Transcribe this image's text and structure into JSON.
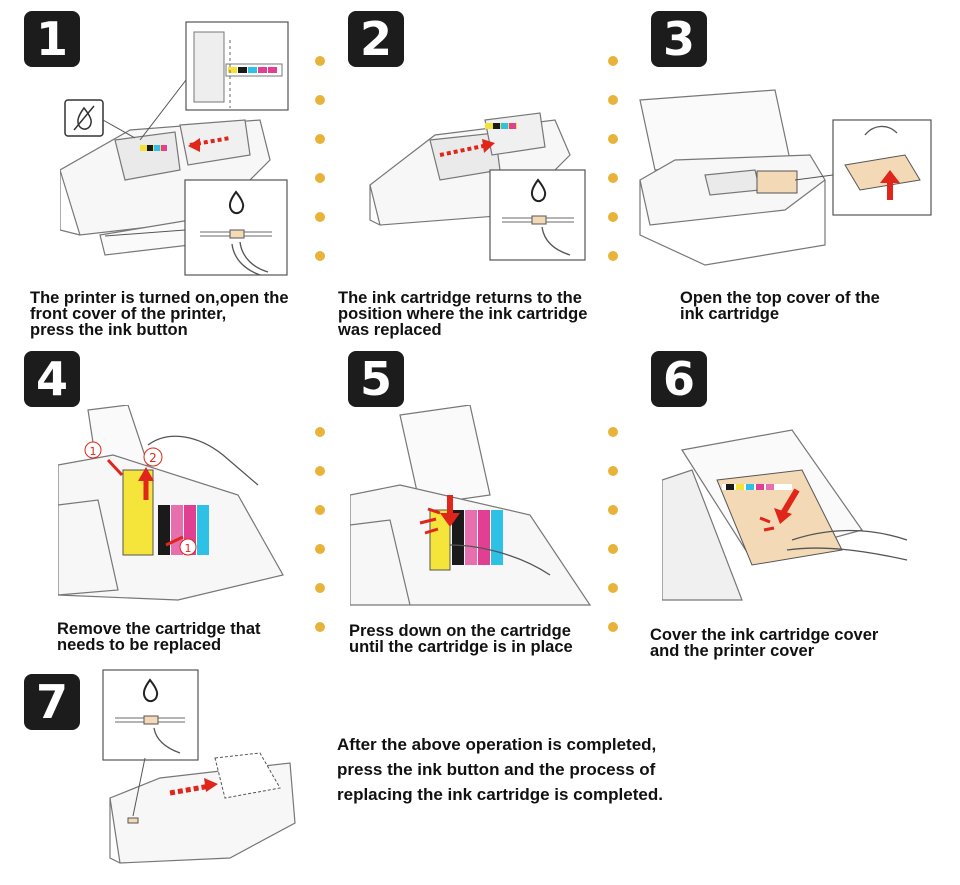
{
  "steps": [
    {
      "number": "1",
      "caption": "The printer is turned on,open the\nfront cover of the printer,\npress the ink button"
    },
    {
      "number": "2",
      "caption": "The ink cartridge returns to the\nposition where the ink cartridge\nwas replaced"
    },
    {
      "number": "3",
      "caption": "Open the top cover of the\nink cartridge"
    },
    {
      "number": "4",
      "caption": "Remove the cartridge that\nneeds to be replaced"
    },
    {
      "number": "5",
      "caption": "Press down on the cartridge\nuntil the cartridge is in place"
    },
    {
      "number": "6",
      "caption": "Cover the ink cartridge cover\nand the printer cover"
    },
    {
      "number": "7",
      "caption": "After the above operation is completed,\npress the ink button and the  process of\nreplacing the ink cartridge is completed."
    }
  ],
  "callouts": {
    "one": "1",
    "two": "2"
  },
  "colors": {
    "badge": "#1c1c1c",
    "dot": "#e8b33a",
    "arrow": "#e0251b",
    "cartridge": "#f3d9b5"
  }
}
